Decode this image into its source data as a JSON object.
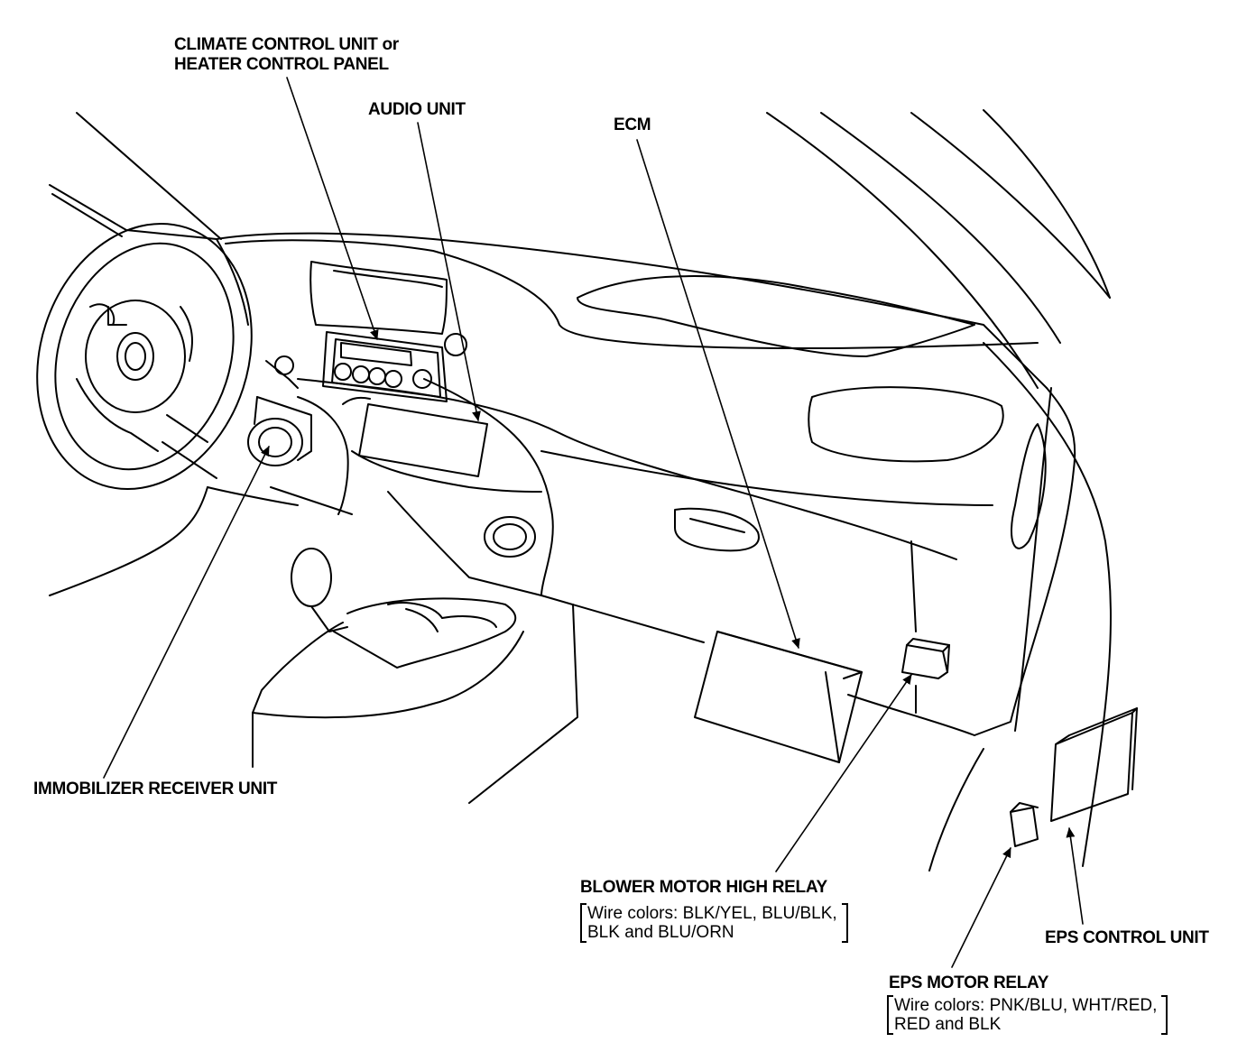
{
  "labels": {
    "climate_line1": "CLIMATE CONTROL UNIT or",
    "climate_line2": "HEATER CONTROL PANEL",
    "audio": "AUDIO UNIT",
    "ecm": "ECM",
    "immobilizer": "IMMOBILIZER RECEIVER UNIT",
    "blower": "BLOWER MOTOR HIGH RELAY",
    "eps_control": "EPS CONTROL UNIT",
    "eps_motor": "EPS MOTOR RELAY"
  },
  "wire_notes": {
    "blower_line1": "Wire colors: BLK/YEL, BLU/BLK,",
    "blower_line2": "BLK and BLU/ORN",
    "eps_line1": "Wire colors: PNK/BLU, WHT/RED,",
    "eps_line2": "RED and BLK"
  },
  "colors": {
    "ink": "#000000",
    "paper": "#ffffff"
  }
}
